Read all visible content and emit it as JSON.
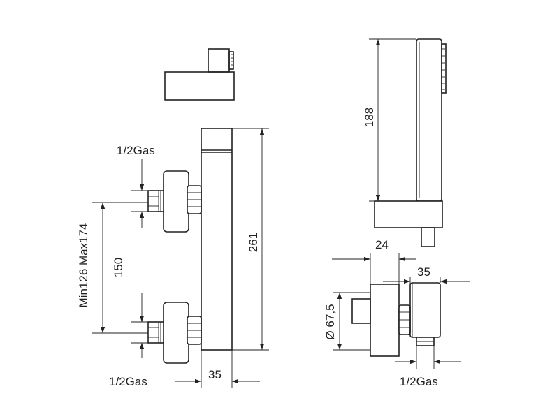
{
  "dimensions": {
    "inlet_top_thread": "1/2Gas",
    "inlet_bottom_thread": "1/2Gas",
    "wall_distance_range": "Min126  Max174",
    "inlet_spacing": "150",
    "body_height": "261",
    "body_width": "35",
    "handshower_length": "188",
    "holder_offset": "24",
    "holder_width": "35",
    "holder_diameter": "Ø 67,5",
    "holder_outlet_thread": "1/2Gas"
  }
}
